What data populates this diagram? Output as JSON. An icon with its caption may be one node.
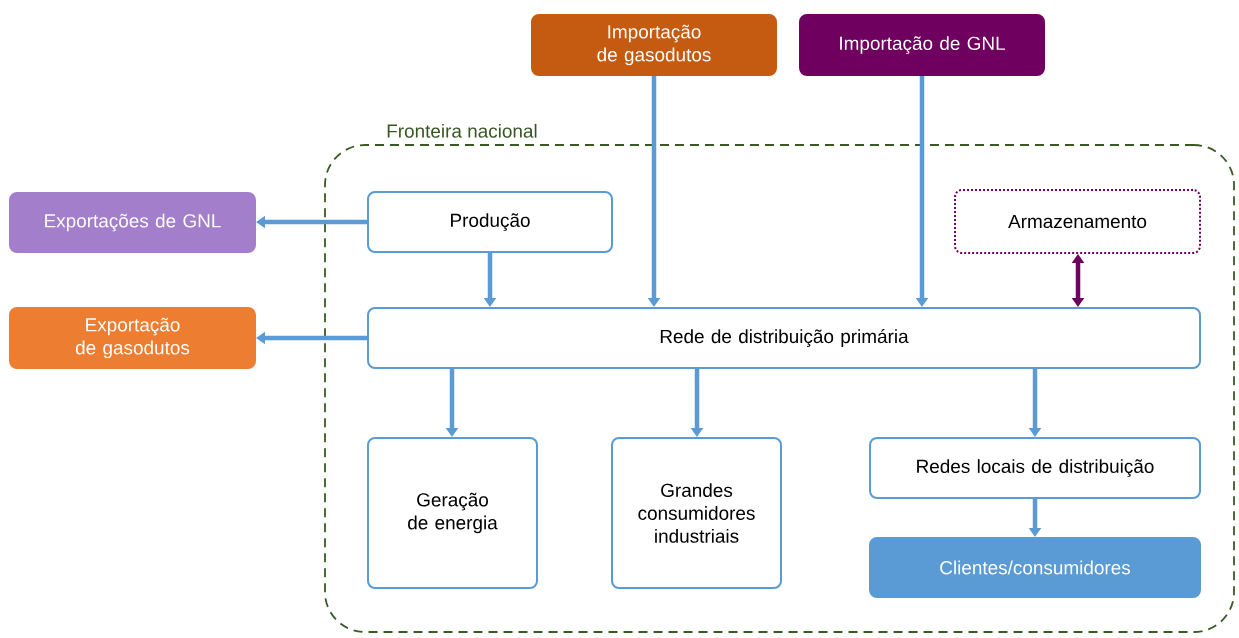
{
  "diagram": {
    "nodes": [
      {
        "text": [
          "Fronteira nacional"
        ]
      },
      {
        "text": [
          "Importação de gasodutos"
        ]
      },
      {
        "text": [
          "Importação de GNL"
        ]
      },
      {
        "text": [
          "Exportações de GNL"
        ]
      },
      {
        "text": [
          "Produção"
        ],
        "in": 0
      },
      {
        "text": [
          "Armazenamento"
        ],
        "in": 0
      },
      {
        "text": [
          "Exportação de gasodutos"
        ]
      },
      {
        "text": [
          "Rede de distribuição primária"
        ],
        "in": 0
      },
      {
        "text": [
          "Geração de energia"
        ],
        "in": 0
      },
      {
        "text": [
          "Grandes consumidores industriais"
        ],
        "in": 0
      },
      {
        "text": [
          "Redes locais de distribuição"
        ],
        "in": 0
      },
      {
        "text": [
          "Clientes/consumidores"
        ],
        "in": 0
      }
    ],
    "edges": [
      {
        "from": 4,
        "to": 3,
        "arrow": "to"
      },
      {
        "from": 7,
        "to": 6,
        "arrow": "to"
      },
      {
        "from": 4,
        "to": 7,
        "arrow": "to"
      },
      {
        "from": 1,
        "to": 7,
        "arrow": "to"
      },
      {
        "from": 2,
        "to": 7,
        "arrow": "to"
      },
      {
        "from": 5,
        "to": 7,
        "arrow": "both",
        "color": "#70005f"
      },
      {
        "from": 7,
        "to": 8,
        "arrow": "to"
      },
      {
        "from": 7,
        "to": 9,
        "arrow": "to"
      },
      {
        "from": 7,
        "to": 10,
        "arrow": "to"
      },
      {
        "from": 10,
        "to": 11,
        "arrow": "to"
      }
    ]
  }
}
